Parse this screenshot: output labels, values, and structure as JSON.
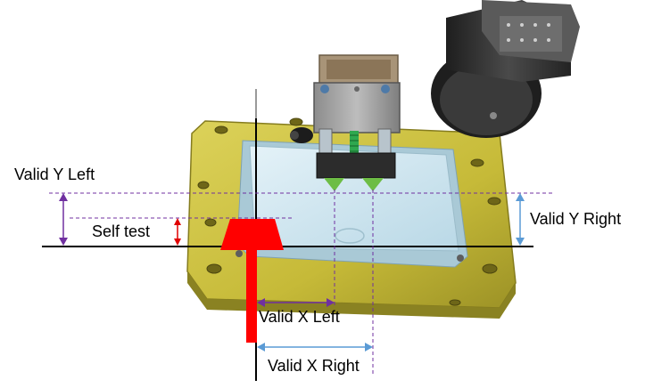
{
  "labels": {
    "valid_y_left": "Valid Y Left",
    "self_test": "Self test",
    "valid_y_right": "Valid Y Right",
    "valid_x_left": "Valid X Left",
    "valid_x_right": "Valid X Right"
  },
  "colors": {
    "valid_y_left_arrow": "#7030A0",
    "self_test_arrow": "#E00000",
    "valid_y_right_arrow": "#5B9BD5",
    "valid_x_left_arrow": "#7030A0",
    "valid_x_right_arrow": "#5B9BD5",
    "sensor_red": "#FF0000",
    "fixture_plate": "#C8BC3C",
    "glass_panel": "#CFE6F0",
    "gripper_body": "#9A9A9A",
    "camera_body": "#2E2E2E"
  }
}
